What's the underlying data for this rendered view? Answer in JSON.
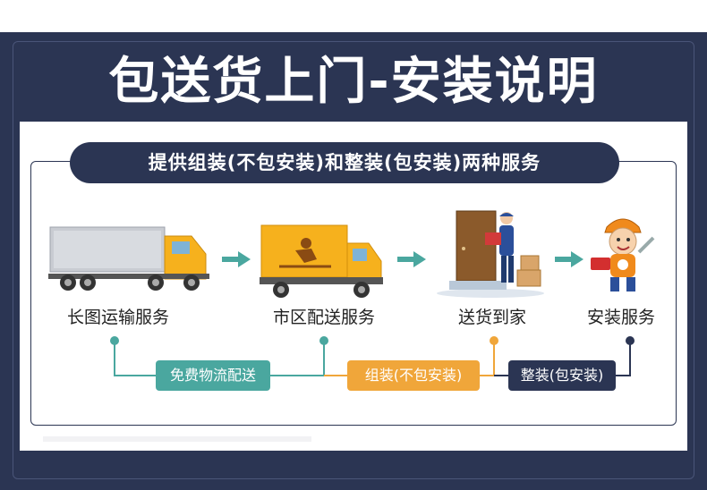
{
  "title": "包送货上门-安装说明",
  "subtitle": "提供组装(不包安装)和整装(包安装)两种服务",
  "steps": [
    {
      "label": "长图运输服务",
      "icon": "truck-icon"
    },
    {
      "label": "市区配送服务",
      "icon": "delivery-truck-icon"
    },
    {
      "label": "送货到家",
      "icon": "delivery-person-icon"
    },
    {
      "label": "安装服务",
      "icon": "installer-mascot-icon"
    }
  ],
  "tags": [
    {
      "label": "免费物流配送",
      "color": "#4aa79f"
    },
    {
      "label": "组装(不包安装)",
      "color": "#f0a63a"
    },
    {
      "label": "整装(包安装)",
      "color": "#2b3553"
    }
  ],
  "colors": {
    "navy": "#2b3553",
    "teal": "#4aa79f",
    "orange": "#f0a63a",
    "truck_yellow": "#f6b11d"
  }
}
